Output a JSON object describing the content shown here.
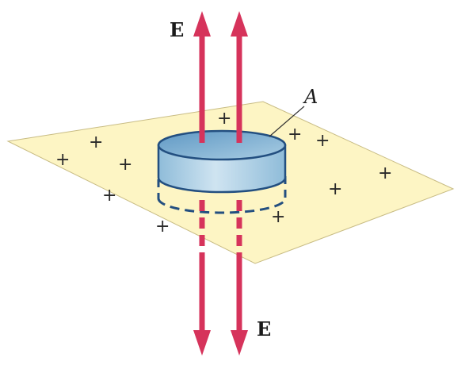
{
  "labels": {
    "field_top": "E",
    "field_bottom": "E",
    "area": "A"
  },
  "charge_symbol": "+",
  "colors": {
    "sheet_fill": "#fdf5c4",
    "sheet_edge": "#c8bc84",
    "cylinder_side": "#a9cde3",
    "cylinder_top": "#7fb1d4",
    "cylinder_edge": "#234f80",
    "field_line": "#d6335b"
  }
}
